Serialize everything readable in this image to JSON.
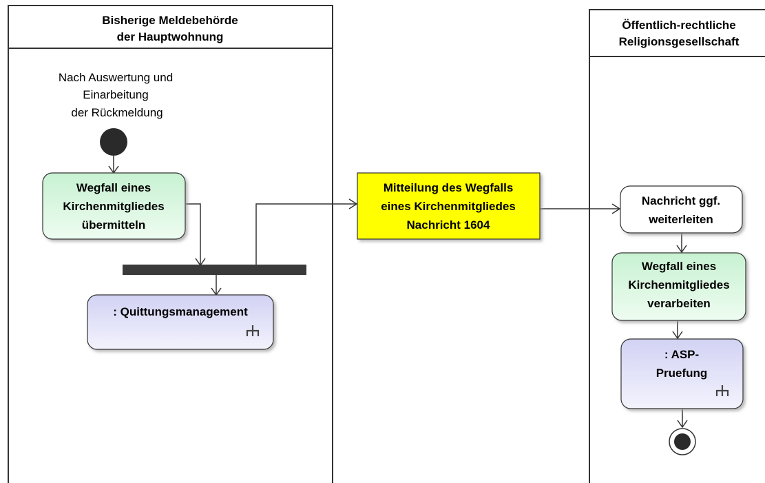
{
  "lanes": {
    "left": {
      "title_line1": "Bisherige Meldebehörde",
      "title_line2": "der Hauptwohnung"
    },
    "right": {
      "title_line1": "Öffentlich-rechtliche",
      "title_line2": "Religionsgesellschaft"
    }
  },
  "start_note": {
    "line1": "Nach Auswertung und",
    "line2": "Einarbeitung",
    "line3": "der Rückmeldung"
  },
  "nodes": {
    "uebermitteln": {
      "line1": "Wegfall eines",
      "line2": "Kirchenmitgliedes",
      "line3": "übermitteln"
    },
    "quittung": {
      "line1": ": Quittungsmanagement"
    },
    "message": {
      "line1": "Mitteilung des Wegfalls",
      "line2": "eines Kirchenmitgliedes",
      "line3": "Nachricht 1604"
    },
    "weiterleiten": {
      "line1": "Nachricht ggf.",
      "line2": "weiterleiten"
    },
    "verarbeiten": {
      "line1": "Wegfall eines",
      "line2": "Kirchenmitgliedes",
      "line3": "verarbeiten"
    },
    "asp": {
      "line1": ": ASP-",
      "line2": "Pruefung"
    }
  },
  "icons": {
    "call_behavior": "rake-icon",
    "start": "initial-node-icon",
    "end": "final-node-icon"
  },
  "colors": {
    "action_green": "#d8f8e0",
    "call_blue": "#dcdcf6",
    "object_yellow": "#ffff00",
    "plain": "#ffffff",
    "stroke": "#333333"
  }
}
